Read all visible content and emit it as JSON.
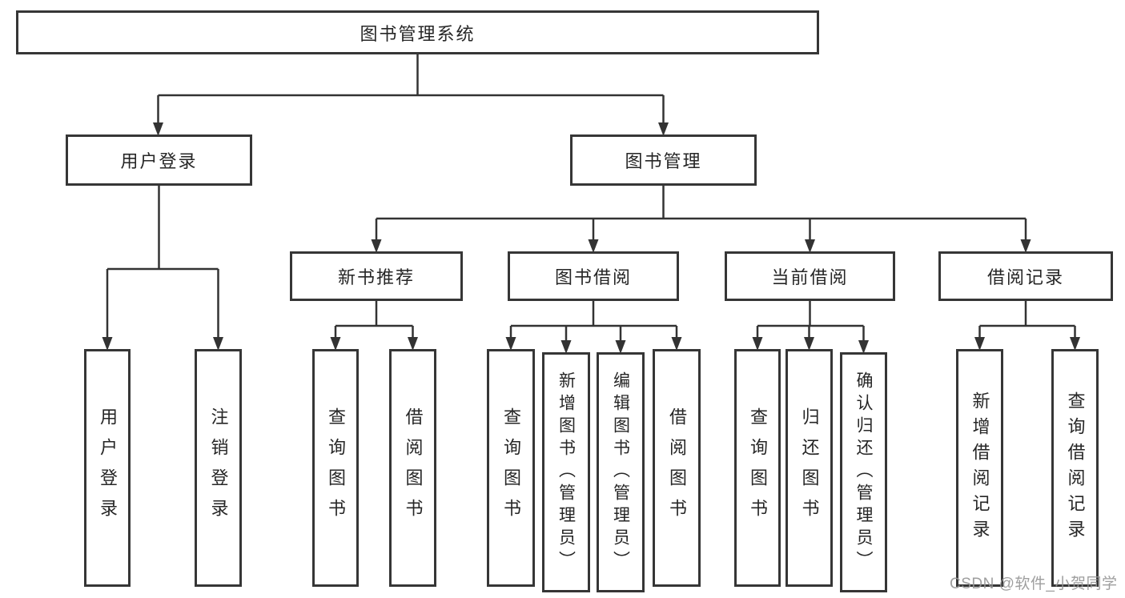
{
  "tree": {
    "root_label": "图书管理系统",
    "level2": [
      {
        "label": "用户登录",
        "children": [
          "用户登录",
          "注销登录"
        ]
      },
      {
        "label": "图书管理",
        "children": [
          {
            "label": "新书推荐",
            "children": [
              "查询图书",
              "借阅图书"
            ]
          },
          {
            "label": "图书借阅",
            "children": [
              "查询图书",
              "新增图书（管理员）",
              "编辑图书（管理员）",
              "借阅图书"
            ]
          },
          {
            "label": "当前借阅",
            "children": [
              "查询图书",
              "归还图书",
              "确认归还（管理员）"
            ]
          },
          {
            "label": "借阅记录",
            "children": [
              "新增借阅记录",
              "查询借阅记录"
            ]
          }
        ]
      }
    ]
  },
  "watermark": {
    "text": "CSDN @软件_小贺同学"
  },
  "colors": {
    "line": "#333333",
    "box_border": "#363636",
    "text": "#262626",
    "background": "#ffffff",
    "watermark": "#969696"
  }
}
